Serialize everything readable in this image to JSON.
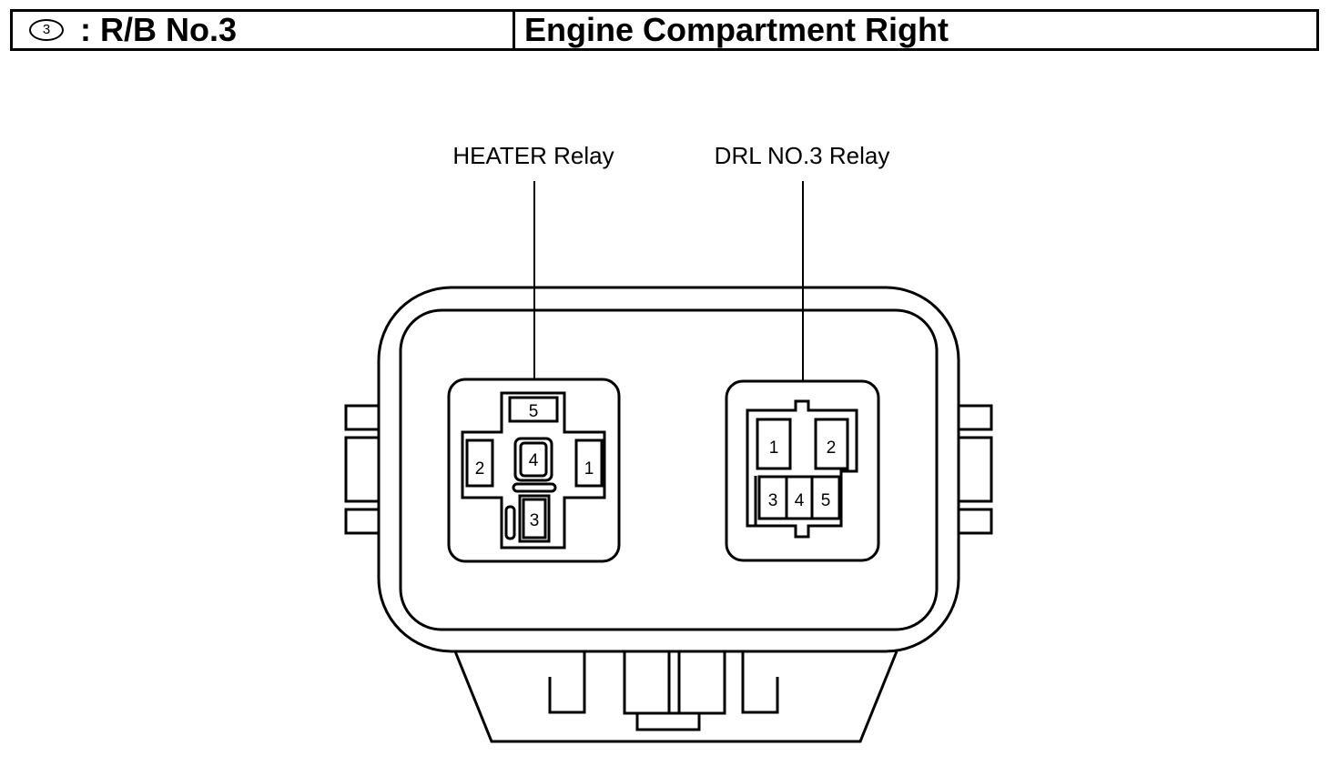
{
  "header": {
    "badge": "3",
    "left_text": ": R/B No.3",
    "right_text": "Engine Compartment Right"
  },
  "relays": {
    "heater": {
      "label": "HEATER Relay",
      "pins": {
        "p1": "1",
        "p2": "2",
        "p3": "3",
        "p4": "4",
        "p5": "5"
      }
    },
    "drl": {
      "label": "DRL NO.3 Relay",
      "pins": {
        "p1": "1",
        "p2": "2",
        "p3": "3",
        "p4": "4",
        "p5": "5"
      }
    }
  }
}
